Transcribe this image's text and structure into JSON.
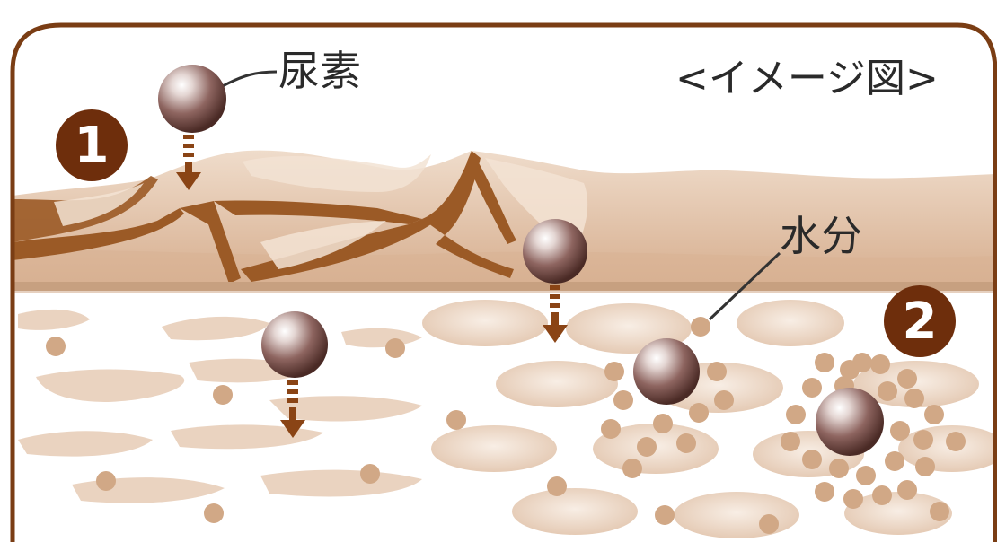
{
  "labels": {
    "urea": "尿素",
    "title": "<イメージ図>",
    "water": "水分"
  },
  "badges": {
    "step1": "1",
    "step2": "2"
  },
  "colors": {
    "frame": "#7a3d14",
    "skin_surface": "#dcb69a",
    "skin_crack": "#9b5a26",
    "cell": "#ead3c0",
    "water_droplet": "#d1a886",
    "urea_sphere": "#7b4a44",
    "arrow": "#8a4415",
    "badge": "#6e2e0c"
  },
  "icons": {
    "urea": "urea-sphere-icon",
    "water": "water-droplet-icon",
    "arrow": "down-arrow-icon"
  }
}
